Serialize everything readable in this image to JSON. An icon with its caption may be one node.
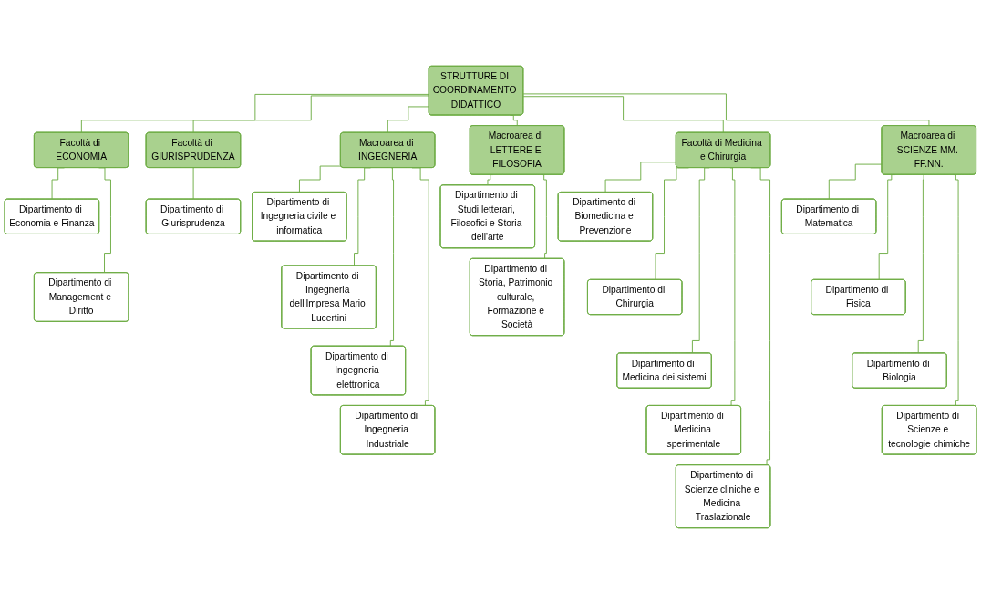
{
  "diagram": {
    "nodes": [
      {
        "text": [
          "STRUTTURE DI COORDINAMENTO DIDATTICO"
        ]
      },
      {
        "text": [
          "Facoltà di ECONOMIA"
        ]
      },
      {
        "text": [
          "Dipartimento di Economia e Finanza"
        ]
      },
      {
        "text": [
          "Dipartimento di Management e Diritto"
        ]
      },
      {
        "text": [
          "Facoltà di GIURISPRUDENZA"
        ]
      },
      {
        "text": [
          "Dipartimento di Giurisprudenza"
        ]
      },
      {
        "text": [
          "Macroarea di INGEGNERIA"
        ]
      },
      {
        "text": [
          "Dipartimento di Ingegneria civile e informatica"
        ]
      },
      {
        "text": [
          "Dipartimento di Ingegneria dell'Impresa Mario Lucertini"
        ]
      },
      {
        "text": [
          "Dipartimento di Ingegneria elettronica"
        ]
      },
      {
        "text": [
          "Dipartimento di Ingegneria Industriale"
        ]
      },
      {
        "text": [
          "Macroarea di LETTERE E FILOSOFIA"
        ]
      },
      {
        "text": [
          "Dipartimento di Studi letterari, Filosofici e Storia dell'arte"
        ]
      },
      {
        "text": [
          "Dipartimento di Storia, Patrimonio culturale, Formazione e Società"
        ]
      },
      {
        "text": [
          "Facoltà di Medicina e Chirurgia"
        ]
      },
      {
        "text": [
          "Dipartimento di Biomedicina e Prevenzione"
        ]
      },
      {
        "text": [
          "Dipartimento di Chirurgia"
        ]
      },
      {
        "text": [
          "Dipartimento di Medicina dei sistemi"
        ]
      },
      {
        "text": [
          "Dipartimento di Medicina sperimentale"
        ]
      },
      {
        "text": [
          "Dipartimento di Scienze cliniche e Medicina Traslazionale"
        ]
      },
      {
        "text": [
          "Macroarea di SCIENZE MM. FF.NN."
        ]
      },
      {
        "text": [
          "Dipartimento di Matematica"
        ]
      },
      {
        "text": [
          "Dipartimento di Fisica"
        ]
      },
      {
        "text": [
          "Dipartimento di Biologia"
        ]
      },
      {
        "text": [
          "Dipartimento di Scienze e tecnologie chimiche"
        ]
      }
    ],
    "edges": [
      {
        "from": 0,
        "to": 1,
        "arrow": "none"
      },
      {
        "from": 0,
        "to": 4,
        "arrow": "none"
      },
      {
        "from": 0,
        "to": 6,
        "arrow": "none"
      },
      {
        "from": 0,
        "to": 11,
        "arrow": "none"
      },
      {
        "from": 0,
        "to": 14,
        "arrow": "none"
      },
      {
        "from": 0,
        "to": 20,
        "arrow": "none"
      },
      {
        "from": 1,
        "to": 2,
        "arrow": "none"
      },
      {
        "from": 1,
        "to": 3,
        "arrow": "none"
      },
      {
        "from": 4,
        "to": 5,
        "arrow": "none"
      },
      {
        "from": 6,
        "to": 7,
        "arrow": "none"
      },
      {
        "from": 6,
        "to": 8,
        "arrow": "none"
      },
      {
        "from": 6,
        "to": 9,
        "arrow": "none"
      },
      {
        "from": 6,
        "to": 10,
        "arrow": "none"
      },
      {
        "from": 11,
        "to": 12,
        "arrow": "none"
      },
      {
        "from": 11,
        "to": 13,
        "arrow": "none"
      },
      {
        "from": 14,
        "to": 15,
        "arrow": "none"
      },
      {
        "from": 14,
        "to": 16,
        "arrow": "none"
      },
      {
        "from": 14,
        "to": 17,
        "arrow": "none"
      },
      {
        "from": 14,
        "to": 18,
        "arrow": "none"
      },
      {
        "from": 14,
        "to": 19,
        "arrow": "none"
      },
      {
        "from": 20,
        "to": 21,
        "arrow": "none"
      },
      {
        "from": 20,
        "to": 22,
        "arrow": "none"
      },
      {
        "from": 20,
        "to": 23,
        "arrow": "none"
      },
      {
        "from": 20,
        "to": 24,
        "arrow": "none"
      }
    ]
  }
}
